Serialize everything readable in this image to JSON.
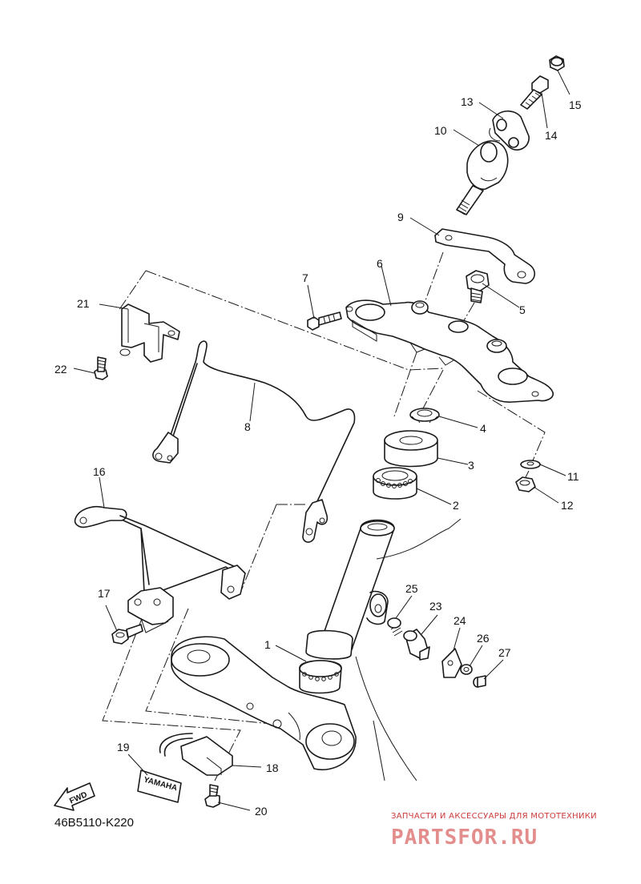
{
  "diagram_code": "46B5110-K220",
  "fwd_label": "FWD",
  "decal_label": "YAMAHA",
  "watermark": {
    "tagline": "ЗАПЧАСТИ И АКСЕССУАРЫ ДЛЯ МОТОТЕХНИКИ",
    "brand": "PARTSFOR.RU"
  },
  "callouts": [
    "1",
    "2",
    "3",
    "4",
    "5",
    "6",
    "7",
    "8",
    "9",
    "10",
    "11",
    "12",
    "13",
    "14",
    "15",
    "16",
    "17",
    "18",
    "19",
    "20",
    "21",
    "22",
    "23",
    "24",
    "25",
    "26",
    "27"
  ]
}
